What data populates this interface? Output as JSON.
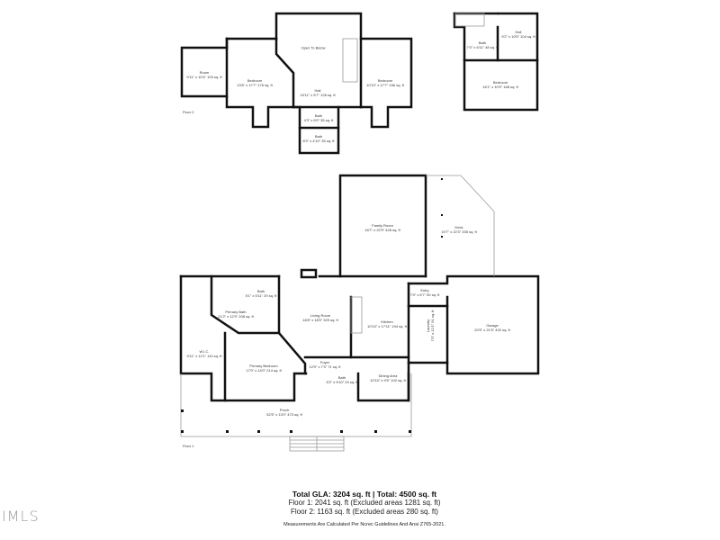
{
  "watermark": "IMLS",
  "floors": [
    {
      "tag": "Floor 2",
      "rooms": [
        {
          "name": "Room",
          "dims": "9'11\" x 10'4\" 103 sq. ft"
        },
        {
          "name": "Bedroom",
          "dims": "13'6\" x 17'7\" 176 sq. ft"
        },
        {
          "name": "Open To Below",
          "dims": ""
        },
        {
          "name": "Hall",
          "dims": "15'11\" x 5'7\" 128 sq. ft"
        },
        {
          "name": "Bedroom",
          "dims": "10'10\" x 17'7\" 156 sq. ft"
        },
        {
          "name": "Bath",
          "dims": "4'3\" x 9'0\" 35 sq. ft"
        },
        {
          "name": "Bath",
          "dims": "8'2\" x 4'10\" 35 sq. ft"
        },
        {
          "name": "Hall",
          "dims": "9'2\" x 10'5\" 104 sq. ft"
        },
        {
          "name": "Bath",
          "dims": "7'0\" x 6'11\" 48 sq. ft"
        },
        {
          "name": "Bedroom",
          "dims": "16'1\" x 10'9\" 168 sq. ft"
        }
      ]
    },
    {
      "tag": "Floor 1",
      "rooms": [
        {
          "name": "Family Room",
          "dims": "18'7\" x 22'9\" 426 sq. ft"
        },
        {
          "name": "Deck",
          "dims": "19'7\" x 22'3\" 335 sq. ft"
        },
        {
          "name": "Bath",
          "dims": "5'1\" x 5'11\" 29 sq. ft"
        },
        {
          "name": "Primary Bath",
          "dims": "21'2\" x 12'9\" 208 sq. ft"
        },
        {
          "name": "Living Room",
          "dims": "18'8\" x 18'5\" 329 sq. ft"
        },
        {
          "name": "Entry",
          "dims": "7'0\" x 6'7\" 50 sq. ft"
        },
        {
          "name": "Kitchen",
          "dims": "10'10\" x 17'11\" 194 sq. ft"
        },
        {
          "name": "Laundry",
          "dims": "7'0\" x 12'1\" 91 sq. ft"
        },
        {
          "name": "Garage",
          "dims": "20'5\" x 21'5\" 432 sq. ft"
        },
        {
          "name": "W.I.C.",
          "dims": "9'11\" x 12'1\" 110 sq. ft"
        },
        {
          "name": "Primary Bedroom",
          "dims": "17'0\" x 14'0\" 214 sq. ft"
        },
        {
          "name": "Foyer",
          "dims": "12'9\" x 7'3\" 71 sq. ft"
        },
        {
          "name": "Bath",
          "dims": "5'2\" x 9'10\" 23 sq. ft"
        },
        {
          "name": "Dining Area",
          "dims": "10'10\" x 9'5\" 102 sq. ft"
        },
        {
          "name": "Porch",
          "dims": "52'5\" x 13'0\" 473 sq. ft"
        }
      ]
    }
  ],
  "summary": {
    "total": "Total GLA: 3204 sq. ft | Total: 4500 sq. ft",
    "floor1": "Floor 1: 2041 sq. ft (Excluded areas 1281 sq. ft)",
    "floor2": "Floor 2: 1163 sq. ft (Excluded areas 280 sq. ft)",
    "note": "Measurements Are Calculated Per Ncrec Guidelines And Ansi Z765-2021."
  }
}
